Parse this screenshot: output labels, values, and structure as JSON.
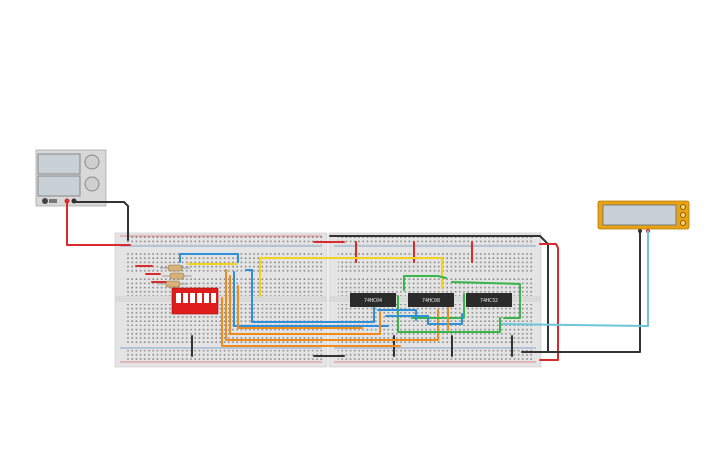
{
  "canvas": {
    "background": "#ffffff"
  },
  "power_supply": {
    "name": "power-supply",
    "terminal_labels": [
      "+",
      "−"
    ],
    "colors": {
      "body": "#d8d8d8",
      "display": "#c9d1d6",
      "knob": "#cfcfcf"
    }
  },
  "multimeter": {
    "name": "multimeter",
    "colors": {
      "body": "#e8a214",
      "display": "#c9d1d6"
    }
  },
  "dip_switch": {
    "name": "dip-switch",
    "positions": 6,
    "color": "#e01d1d"
  },
  "chips": [
    {
      "label": "74HC04"
    },
    {
      "label": "74HC08"
    },
    {
      "label": "74HC32"
    }
  ],
  "breadboards": {
    "count": 2,
    "color": "#e4e4e4"
  },
  "wire_colors": {
    "red": "#d92b2b",
    "black": "#333333",
    "blue": "#2f8fd8",
    "orange": "#f08a1a",
    "yellow": "#f2d21c",
    "green": "#3ab54a",
    "cyan": "#6cc5d8"
  },
  "resistor_count": 3,
  "icons": {
    "power_supply": "power-supply-icon",
    "multimeter": "multimeter-icon",
    "resistor": "resistor-icon"
  }
}
